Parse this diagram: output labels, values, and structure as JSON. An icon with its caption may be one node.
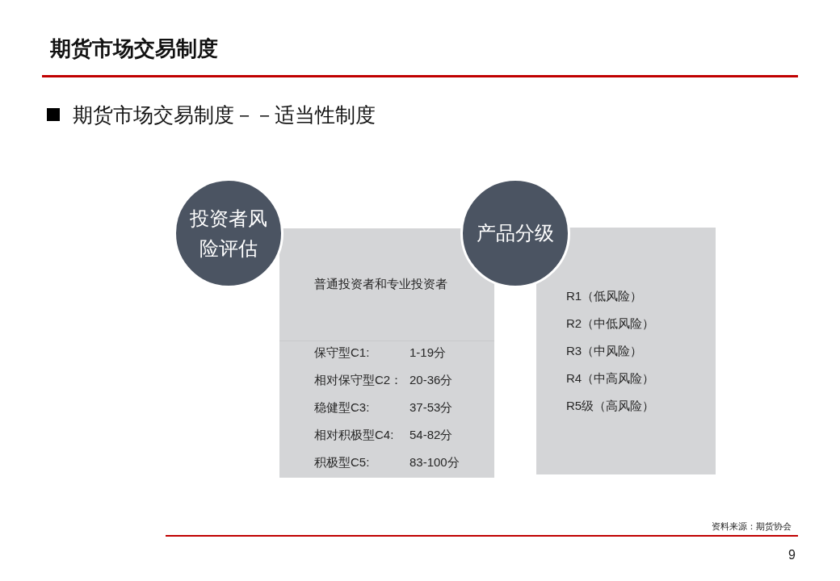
{
  "diagram": {
    "title": "期货市场交易制度",
    "nodes": [
      {
        "text": [
          "投资者风险评估"
        ]
      },
      {
        "text": [
          "普通投资者和专业投资者",
          "保守型C1:",
          "1-19分",
          "相对保守型C2：",
          "20-36分",
          "稳健型C3:",
          "37-53分",
          "相对积极型C4:",
          "54-82分",
          "积极型C5:",
          "83-100分"
        ]
      },
      {
        "text": [
          "产品分级"
        ]
      },
      {
        "text": [
          "R1（低风险）",
          "R2（中低风险）",
          "R3（中风险）",
          "R4（中高风险）",
          "R5级（高风险）"
        ]
      }
    ],
    "labels": [
      "期货市场交易制度－－适当性制度",
      "资料来源：期货协会",
      "9"
    ]
  }
}
